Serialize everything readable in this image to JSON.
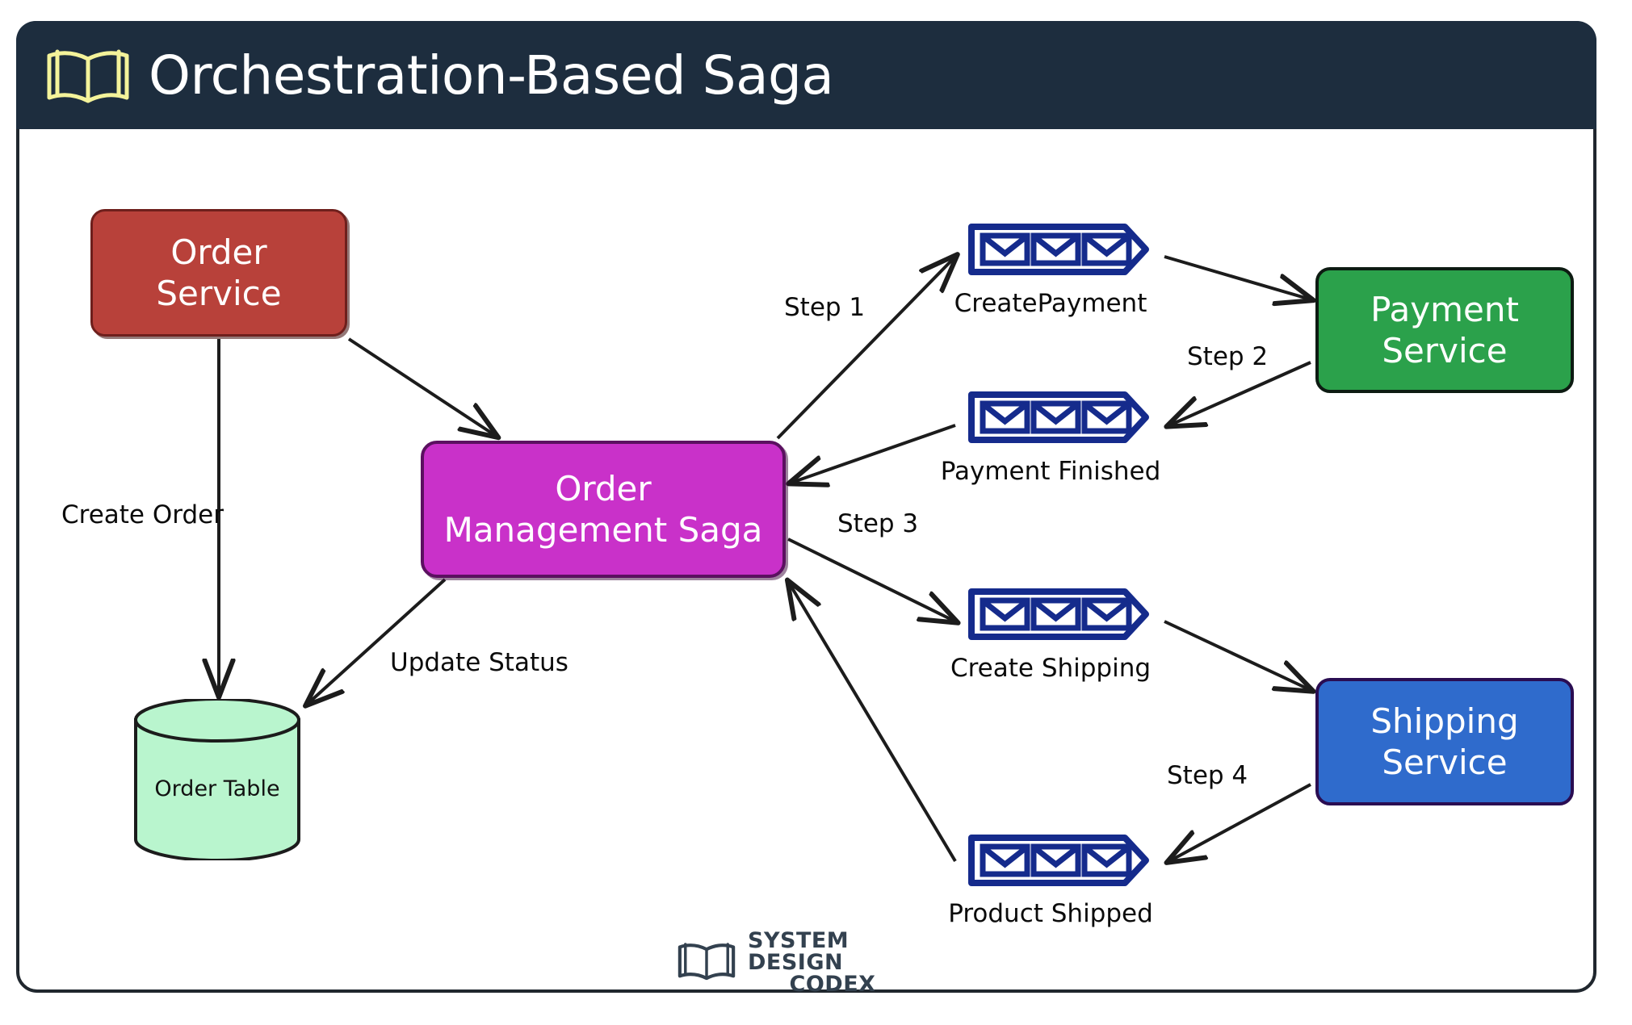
{
  "header": {
    "title": "Orchestration-Based Saga",
    "icon": "open-book-icon",
    "bg_color": "#1d2d3e",
    "title_color": "#ffffff",
    "icon_color": "#f4f39a"
  },
  "nodes": {
    "order_service": {
      "line1": "Order",
      "line2": "Service",
      "color": "#b8413a"
    },
    "saga": {
      "line1": "Order",
      "line2": "Management Saga",
      "color": "#c931c9"
    },
    "payment_service": {
      "line1": "Payment",
      "line2": "Service",
      "color": "#2ba14b"
    },
    "shipping_service": {
      "line1": "Shipping",
      "line2": "Service",
      "color": "#2f6bcc"
    },
    "order_table": {
      "label": "Order Table",
      "color": "#b9f5ce",
      "shape": "cylinder"
    }
  },
  "queues": [
    {
      "id": "create-payment",
      "caption": "CreatePayment",
      "icon": "message-queue-icon",
      "color": "#152b8c"
    },
    {
      "id": "payment-finished",
      "caption": "Payment Finished",
      "icon": "message-queue-icon",
      "color": "#152b8c"
    },
    {
      "id": "create-shipping",
      "caption": "Create Shipping",
      "icon": "message-queue-icon",
      "color": "#152b8c"
    },
    {
      "id": "product-shipped",
      "caption": "Product Shipped",
      "icon": "message-queue-icon",
      "color": "#152b8c"
    }
  ],
  "edge_labels": {
    "step1": "Step 1",
    "step2": "Step 2",
    "step3": "Step 3",
    "step4": "Step 4",
    "create_order": "Create Order",
    "update_status": "Update Status"
  },
  "footer": {
    "line1": "SYSTEM DESIGN",
    "line2": "CODEX",
    "icon": "open-book-icon",
    "color": "#33414f"
  }
}
